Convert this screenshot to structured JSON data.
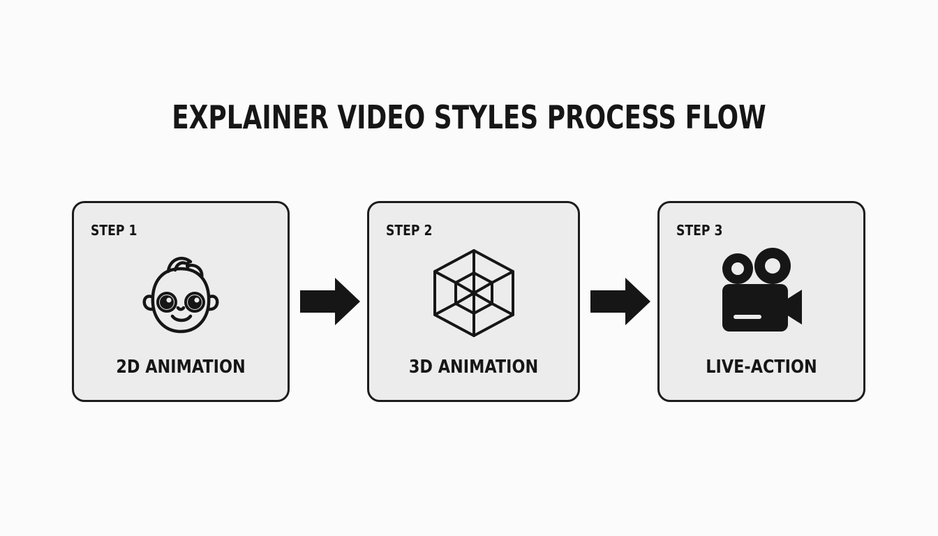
{
  "title": "EXPLAINER VIDEO STYLES PROCESS FLOW",
  "steps": [
    {
      "step_label": "STEP 1",
      "name": "2D ANIMATION",
      "icon": "cartoon-face-icon"
    },
    {
      "step_label": "STEP 2",
      "name": "3D ANIMATION",
      "icon": "wireframe-cube-icon"
    },
    {
      "step_label": "STEP 3",
      "name": "LIVE-ACTION",
      "icon": "movie-camera-icon"
    }
  ],
  "connectors": [
    {
      "from": "STEP 1",
      "to": "STEP 2",
      "icon": "right-arrow-icon"
    },
    {
      "from": "STEP 2",
      "to": "STEP 3",
      "icon": "right-arrow-icon"
    }
  ],
  "colors": {
    "background": "#fbfbfb",
    "card_fill": "#ececec",
    "stroke": "#1c1c1c"
  }
}
